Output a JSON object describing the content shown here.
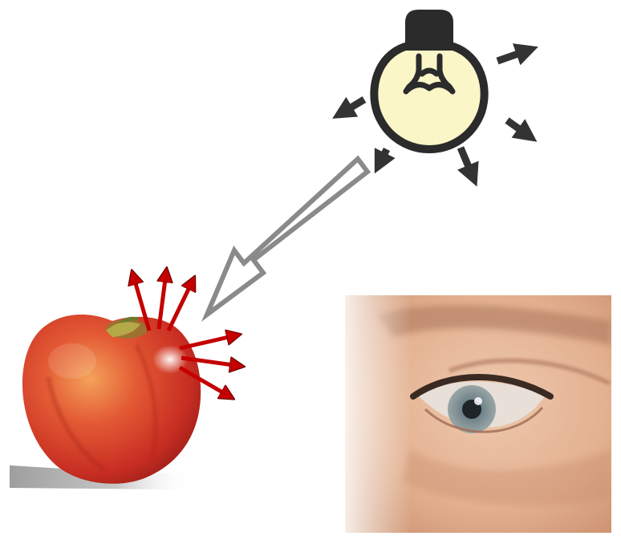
{
  "diagram": {
    "elements": [
      {
        "id": "light-bulb",
        "kind": "light source"
      },
      {
        "id": "incident-light-arrow",
        "kind": "light ray toward object"
      },
      {
        "id": "apple",
        "kind": "illuminated object"
      },
      {
        "id": "reflected-rays",
        "kind": "reflected light",
        "count": 6
      },
      {
        "id": "eye",
        "kind": "observer"
      }
    ],
    "colors": {
      "bulb_fill": "#fbf6c8",
      "bulb_stroke": "#2b2b2b",
      "ray_dark": "#333333",
      "reflected_ray": "#c40000",
      "apple_red": "#d2342a",
      "skin_tone": "#e2b08f"
    }
  }
}
